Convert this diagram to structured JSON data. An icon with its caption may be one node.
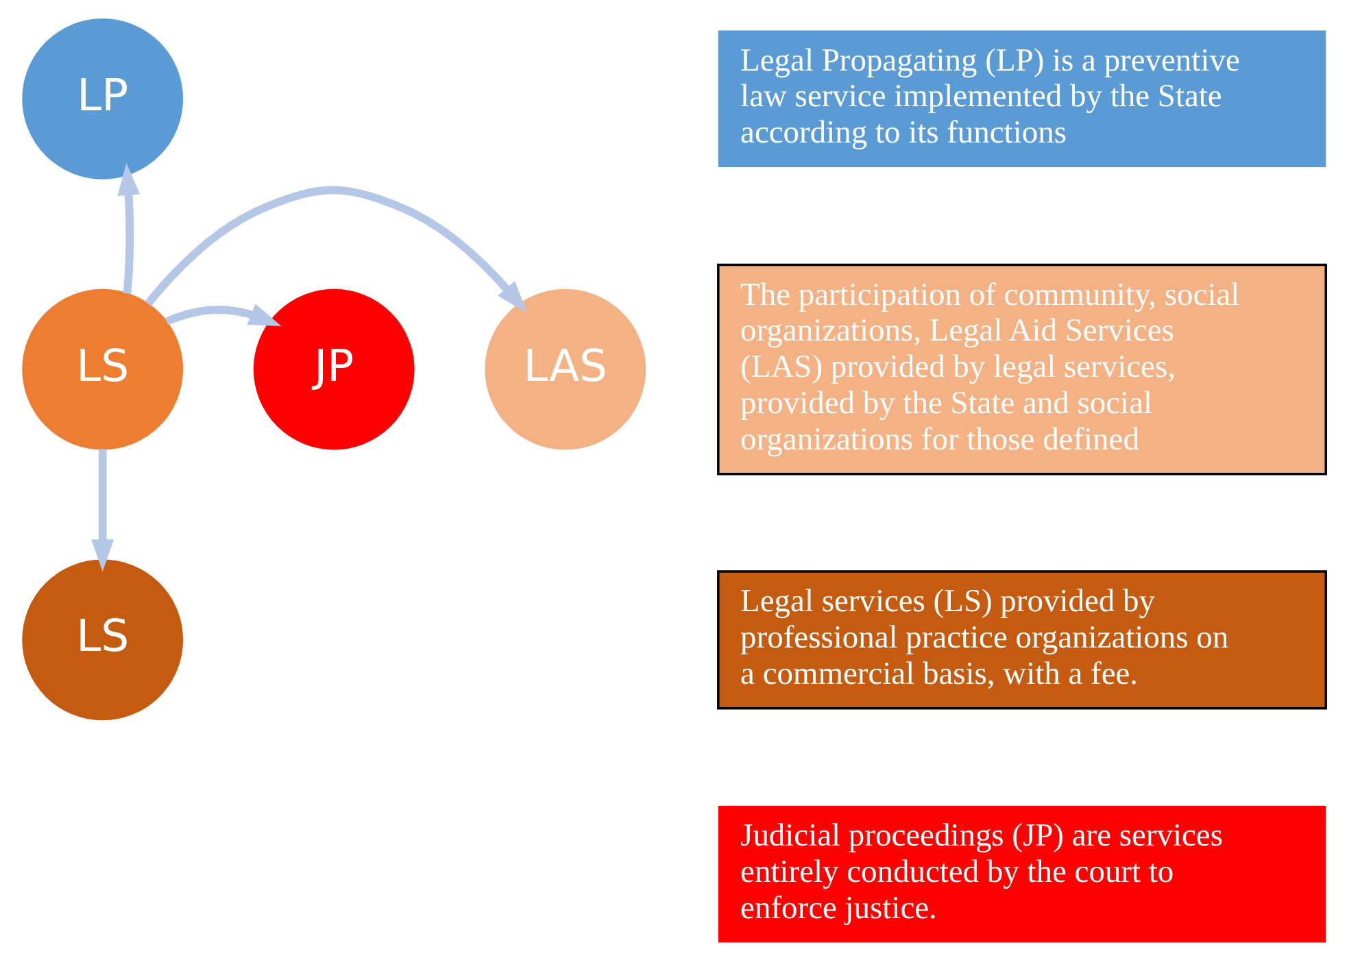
{
  "diagram": {
    "nodes": [
      {
        "text": [
          "LP"
        ]
      },
      {
        "text": [
          "LAS"
        ]
      },
      {
        "text": [
          "LS"
        ]
      },
      {
        "text": [
          "JP"
        ]
      },
      {
        "text": [
          "LS"
        ]
      },
      {
        "text": [
          "Legal Propagating (LP) is a preventive law service implemented by the State according to its functions"
        ]
      },
      {
        "text": [
          "The participation of community, social organizations, Legal Aid Services (LAS) provided by legal services, provided by the State and social organizations for those defined"
        ]
      },
      {
        "text": [
          "Legal services (LS) provided by professional practice organizations on a commercial basis, with a fee."
        ]
      },
      {
        "text": [
          "Judicial proceedings (JP) are services entirely conducted by the court to enforce justice."
        ]
      }
    ],
    "edges": [
      {
        "from": 2,
        "to": 0,
        "arrow": "to"
      },
      {
        "from": 2,
        "to": 1,
        "arrow": "to"
      },
      {
        "from": 2,
        "to": 3,
        "arrow": "to"
      },
      {
        "from": 2,
        "to": 4,
        "arrow": "to"
      }
    ]
  }
}
